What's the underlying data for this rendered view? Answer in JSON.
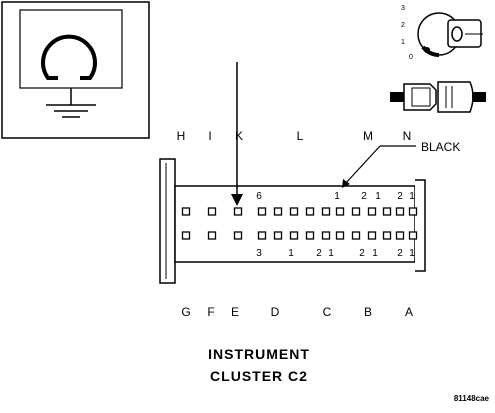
{
  "symbol_panel": {
    "icon": "ohmmeter-ground-icon"
  },
  "ignition": {
    "positions": [
      "3",
      "2",
      "1",
      "0"
    ],
    "icon": "ignition-key-icon"
  },
  "connector": {
    "top_letters": [
      "H",
      "I",
      "K",
      "L",
      "M",
      "N"
    ],
    "bottom_letters": [
      "G",
      "F",
      "E",
      "D",
      "C",
      "B",
      "A"
    ],
    "top_row_numbers": [
      "6",
      "1",
      "2",
      "1",
      "2",
      "1"
    ],
    "bottom_row_numbers": [
      "3",
      "1",
      "2",
      "1",
      "2",
      "1",
      "2",
      "1"
    ],
    "color_label": "BLACK"
  },
  "title": {
    "line1": "INSTRUMENT",
    "line2": "CLUSTER C2"
  },
  "figure_code": "81148cae"
}
